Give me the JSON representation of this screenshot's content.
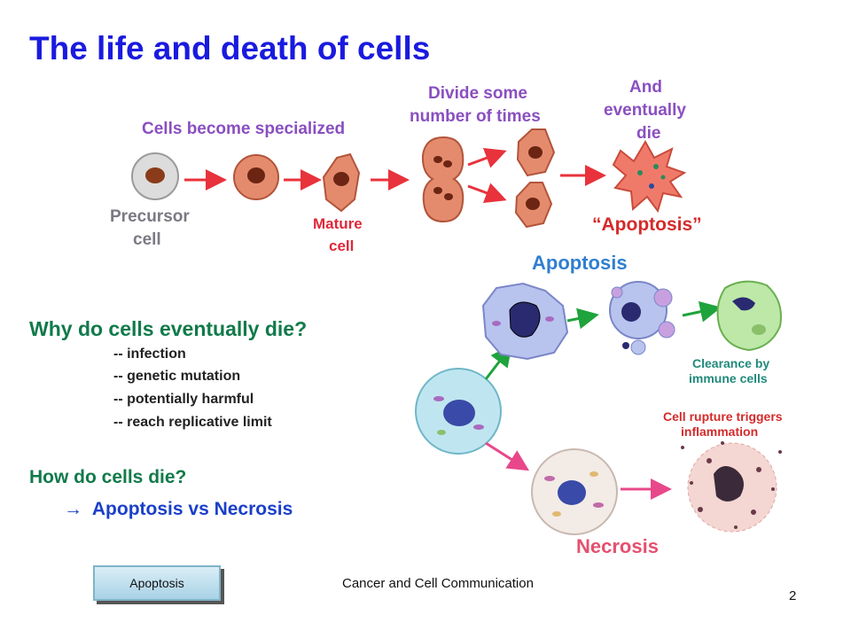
{
  "title": "The life and death of cells",
  "top_diagram": {
    "specialized_label": "Cells become specialized",
    "precursor_label_1": "Precursor",
    "precursor_label_2": "cell",
    "mature_label_1": "Mature",
    "mature_label_2": "cell",
    "divide_label_1": "Divide some",
    "divide_label_2": "number of times",
    "die_label_1": "And",
    "die_label_2": "eventually",
    "die_label_3": "die",
    "apoptosis_quote": "“Apoptosis”"
  },
  "right_diagram": {
    "apoptosis_heading": "Apoptosis",
    "clearance_label_1": "Clearance by",
    "clearance_label_2": "immune cells",
    "rupture_label_1": "Cell rupture triggers",
    "rupture_label_2": "inflammation",
    "necrosis_heading": "Necrosis"
  },
  "body": {
    "question": "Why do cells eventually die?",
    "reasons": [
      "-- infection",
      "-- genetic mutation",
      "-- potentially harmful",
      "-- reach replicative limit"
    ],
    "how_question": "How do cells die?",
    "arrow_glyph": "→",
    "answer": "Apoptosis vs Necrosis"
  },
  "apoptosis_button_label": "Apoptosis",
  "footer_text": "Cancer and Cell Communication",
  "page_number": "2",
  "colors": {
    "title": "#1a1adf",
    "section": "#117a4a",
    "arrow_red": "#e8323c",
    "arrow_green": "#1fa33c",
    "arrow_pink": "#e8488a"
  }
}
